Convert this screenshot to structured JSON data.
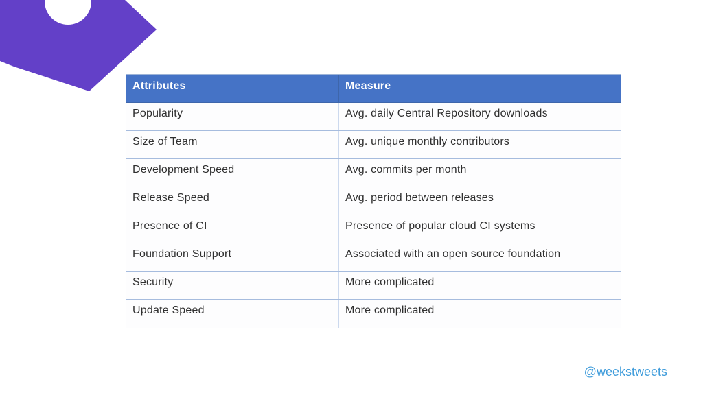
{
  "table": {
    "columns": [
      "Attributes",
      "Measure"
    ],
    "rows": [
      {
        "attribute": "Popularity",
        "measure": "Avg. daily Central Repository downloads"
      },
      {
        "attribute": "Size of Team",
        "measure": "Avg. unique monthly contributors"
      },
      {
        "attribute": "Development Speed",
        "measure": "Avg. commits per month"
      },
      {
        "attribute": "Release Speed",
        "measure": "Avg. period between releases"
      },
      {
        "attribute": "Presence of CI",
        "measure": "Presence of popular cloud CI systems"
      },
      {
        "attribute": "Foundation Support",
        "measure": "Associated with an open source foundation"
      },
      {
        "attribute": "Security",
        "measure": "More complicated"
      },
      {
        "attribute": "Update Speed",
        "measure": "More complicated"
      }
    ]
  },
  "footer": {
    "handle": "@weekstweets"
  },
  "colors": {
    "logo_purple": "#6340c8",
    "header_blue": "#4573c6",
    "row_border_blue": "#a6bcde",
    "handle_blue": "#3f9cdb",
    "hole_white": "#ffffff"
  }
}
